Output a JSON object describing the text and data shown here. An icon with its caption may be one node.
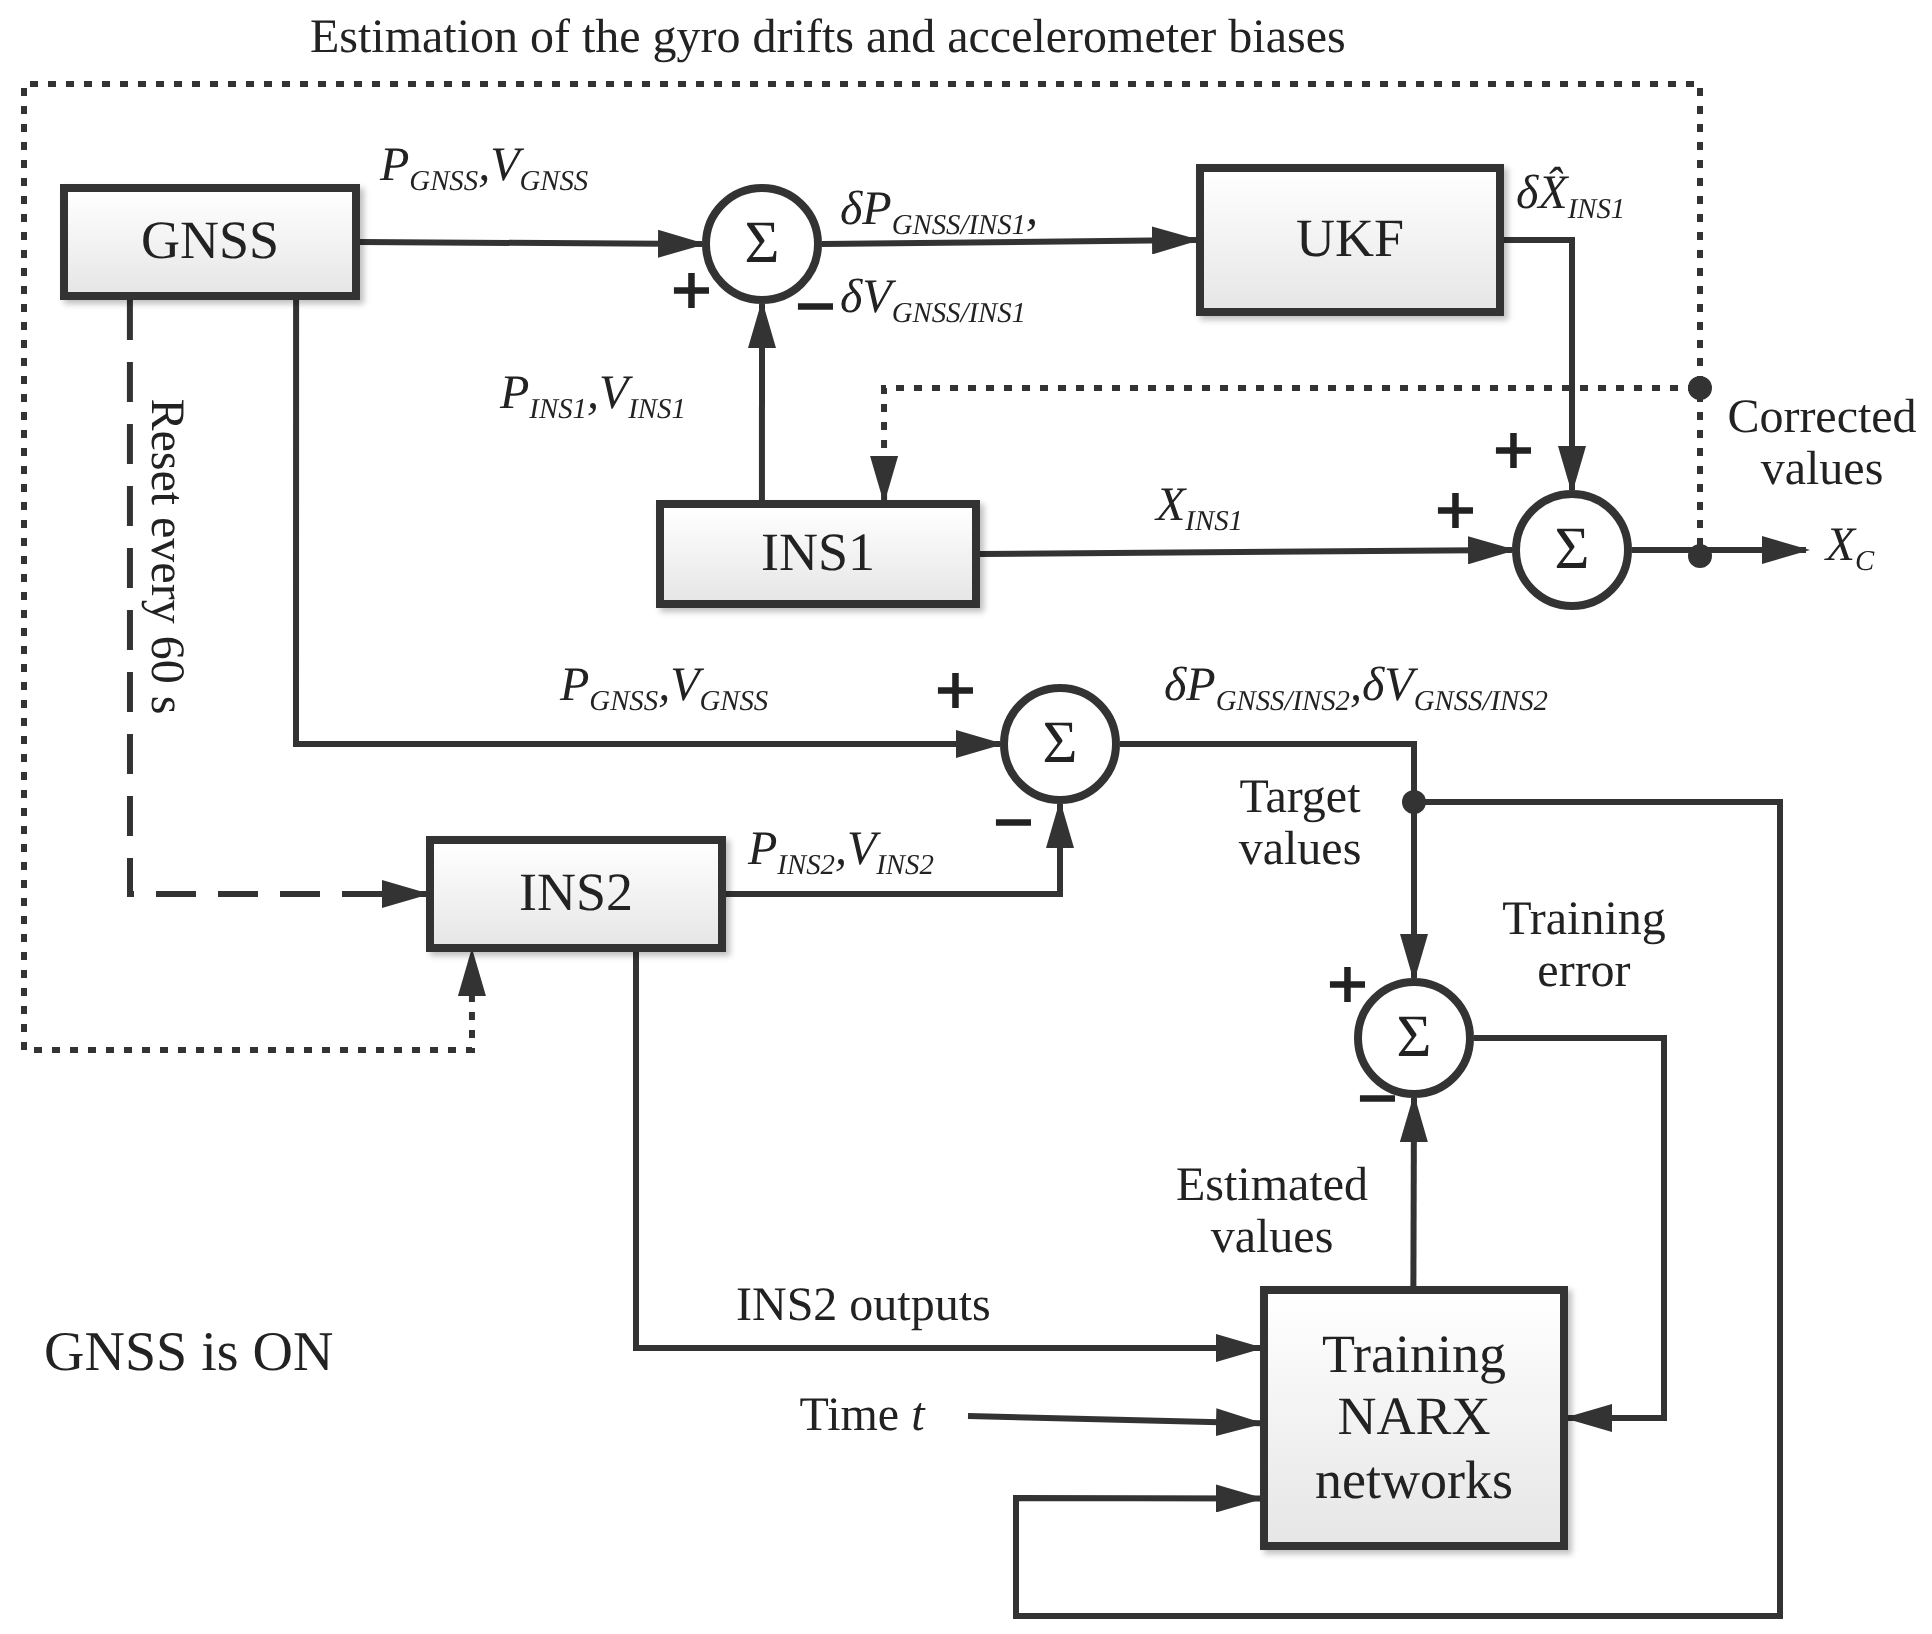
{
  "diagram": {
    "nodes": [
      {
        "text": [
          "GNSS"
        ]
      },
      {
        "text": [
          "Σ"
        ]
      },
      {
        "text": [
          "UKF"
        ]
      },
      {
        "text": [
          "INS1"
        ]
      },
      {
        "text": [
          "Σ"
        ]
      },
      {
        "text": [
          "X$_{C}$"
        ]
      },
      {
        "text": [
          "Σ"
        ]
      },
      {
        "text": [
          "INS2"
        ]
      },
      {
        "text": [
          "Σ"
        ]
      },
      {
        "text": [
          "Training NARX networks"
        ]
      },
      {
        "text": [
          "Time *t*"
        ]
      }
    ],
    "edges": [
      {
        "from": 0,
        "to": 1,
        "arrow": "to",
        "label": "P$_{GNSS}$,V$_{GNSS}$"
      },
      {
        "from": 3,
        "to": 1,
        "arrow": "to",
        "label": "P$_{INS1}$,V$_{INS1}$"
      },
      {
        "from": 1,
        "to": 2,
        "arrow": "to",
        "label": "δP$_{GNSS/INS1}$, δV$_{GNSS/INS1}$"
      },
      {
        "from": 2,
        "to": 4,
        "arrow": "to",
        "label": "δX̂$_{INS1}$"
      },
      {
        "from": 3,
        "to": 4,
        "arrow": "to",
        "label": "X$_{INS1}$"
      },
      {
        "from": 4,
        "to": 5,
        "arrow": "to"
      },
      {
        "from": 4,
        "to": 3,
        "arrow": "to",
        "style": "dashed"
      },
      {
        "from": 4,
        "to": 7,
        "arrow": "to",
        "style": "dashed",
        "label": "Estimation of the gyro drifts and accelerometer biases"
      },
      {
        "from": 0,
        "to": 7,
        "arrow": "to",
        "style": "dashed",
        "label": "Reset every 60 s"
      },
      {
        "from": 0,
        "to": 6,
        "arrow": "to",
        "label": "P$_{GNSS}$,V$_{GNSS}$"
      },
      {
        "from": 7,
        "to": 6,
        "arrow": "to",
        "label": "P$_{INS2}$,V$_{INS2}$"
      },
      {
        "from": 6,
        "to": 8,
        "arrow": "to",
        "label": "δP$_{GNSS/INS2}$,δV$_{GNSS/INS2}$"
      },
      {
        "from": 6,
        "to": 9,
        "arrow": "to"
      },
      {
        "from": 8,
        "to": 9,
        "arrow": "to",
        "label": "Training error"
      },
      {
        "from": 9,
        "to": 8,
        "arrow": "to",
        "label": "Estimated values"
      },
      {
        "from": 7,
        "to": 9,
        "arrow": "to",
        "label": "INS2 outputs"
      },
      {
        "from": 10,
        "to": 9,
        "arrow": "to"
      }
    ],
    "labels": [
      "+",
      "−",
      "+",
      "+",
      "Corrected values",
      "+",
      "−",
      "Target values",
      "+",
      "−",
      "GNSS is ON"
    ]
  }
}
